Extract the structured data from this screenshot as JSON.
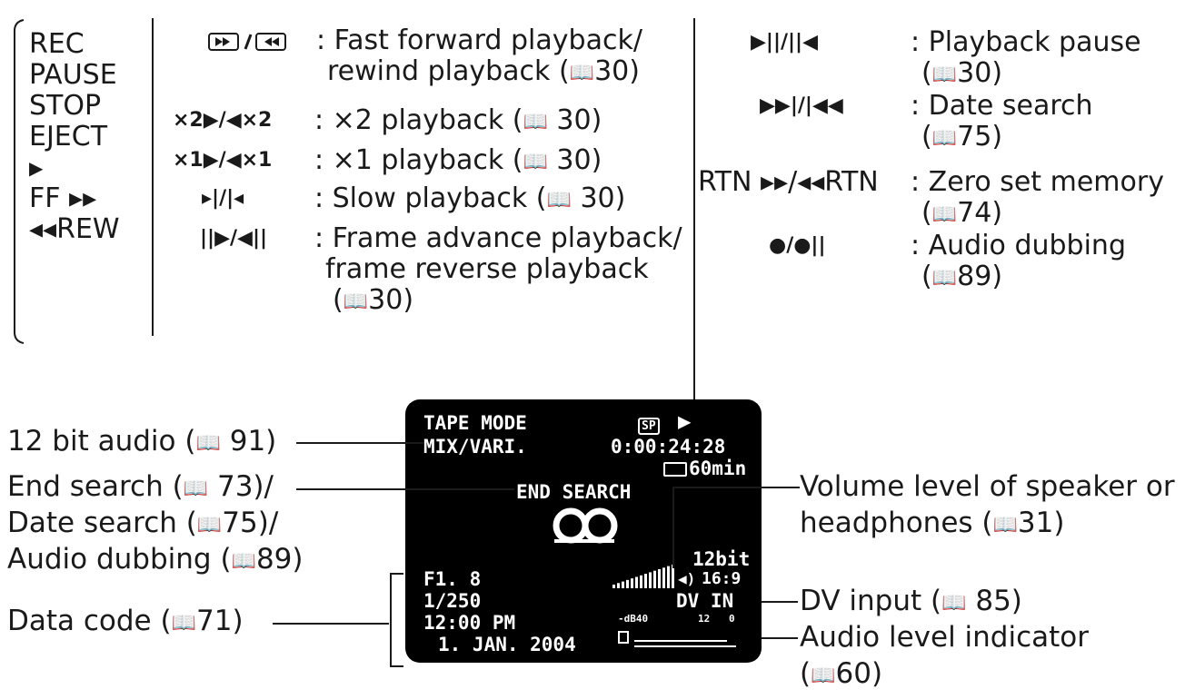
{
  "top_panel": {
    "left_column": [
      "REC",
      "PAUSE",
      "STOP",
      "EJECT",
      "▶",
      "FF ▸▸",
      "◂◂REW"
    ],
    "middle_column": [
      {
        "icon": "fast-forward-rewind-icon",
        "lines": [
          ": Fast forward playback/",
          "rewind playback ("
        ],
        "ref": "30"
      },
      {
        "icon": "x2-playback-icon",
        "symbol": "×2▶/◀×2",
        "lines": [
          ": ×2 playback  ("
        ],
        "ref": "30"
      },
      {
        "icon": "x1-playback-icon",
        "symbol": "×1▶/◀×1",
        "lines": [
          ": ×1 playback ("
        ],
        "ref": "30"
      },
      {
        "icon": "slow-playback-icon",
        "symbol": "▸|/|◂",
        "lines": [
          ": Slow playback ("
        ],
        "ref": "30"
      },
      {
        "icon": "frame-advance-icon",
        "symbol": "||▶/◀||",
        "lines": [
          ": Frame advance playback/",
          "frame reverse playback",
          "("
        ],
        "ref": "30"
      }
    ],
    "right_column": [
      {
        "icon": "playback-pause-icon",
        "symbol": "▶||/||◀",
        "lines": [
          ": Playback pause",
          "("
        ],
        "ref": "30"
      },
      {
        "icon": "date-search-icon",
        "symbol": "▶▶|/|◀◀",
        "lines": [
          ": Date search",
          "("
        ],
        "ref": "75"
      },
      {
        "icon": "zero-set-memory-icon",
        "symbol": "RTN ▸▸/◂◂RTN",
        "lines": [
          ": Zero set memory",
          "("
        ],
        "ref": "74"
      },
      {
        "icon": "audio-dubbing-icon",
        "symbol": "●/●||",
        "lines": [
          ": Audio dubbing",
          "("
        ],
        "ref": "89"
      }
    ],
    "ref_close": ")"
  },
  "left_labels": {
    "bit_audio": "12 bit audio (",
    "bit_audio_ref": "91",
    "end_search": "End search (",
    "end_search_ref": "73",
    "date_search": "Date search (",
    "date_search_ref": "75",
    "audio_dubbing": "Audio dubbing (",
    "audio_dubbing_ref": "89",
    "data_code": "Data code (",
    "data_code_ref": "71"
  },
  "right_labels": {
    "volume_1": "Volume level of speaker or",
    "volume_2": "headphones (",
    "volume_ref": "31",
    "dv_input": "DV input (",
    "dv_input_ref": "85",
    "audio_level": "Audio level indicator",
    "audio_level_2": "(",
    "audio_level_ref": "60"
  },
  "screen": {
    "mode": "TAPE MODE",
    "sp": "SP",
    "play": "▶",
    "mix": "MIX/VARI.",
    "timecode": "0:00:24:28",
    "remaining": "60min",
    "end_search": "END SEARCH",
    "bit": "12bit",
    "aspect": "16:9",
    "dv_in": "DV IN",
    "fstop": "F1. 8",
    "shutter": "1/250",
    "time": "12:00 PM",
    "date": "1. JAN. 2004",
    "db_minus": "-dB40",
    "db_12": "12",
    "db_0": "0"
  },
  "book_icon": "book-reference-icon",
  "colors": {
    "screen_bg": "#000000",
    "text": "#1a1a1a",
    "screen_text": "#ffffff"
  }
}
